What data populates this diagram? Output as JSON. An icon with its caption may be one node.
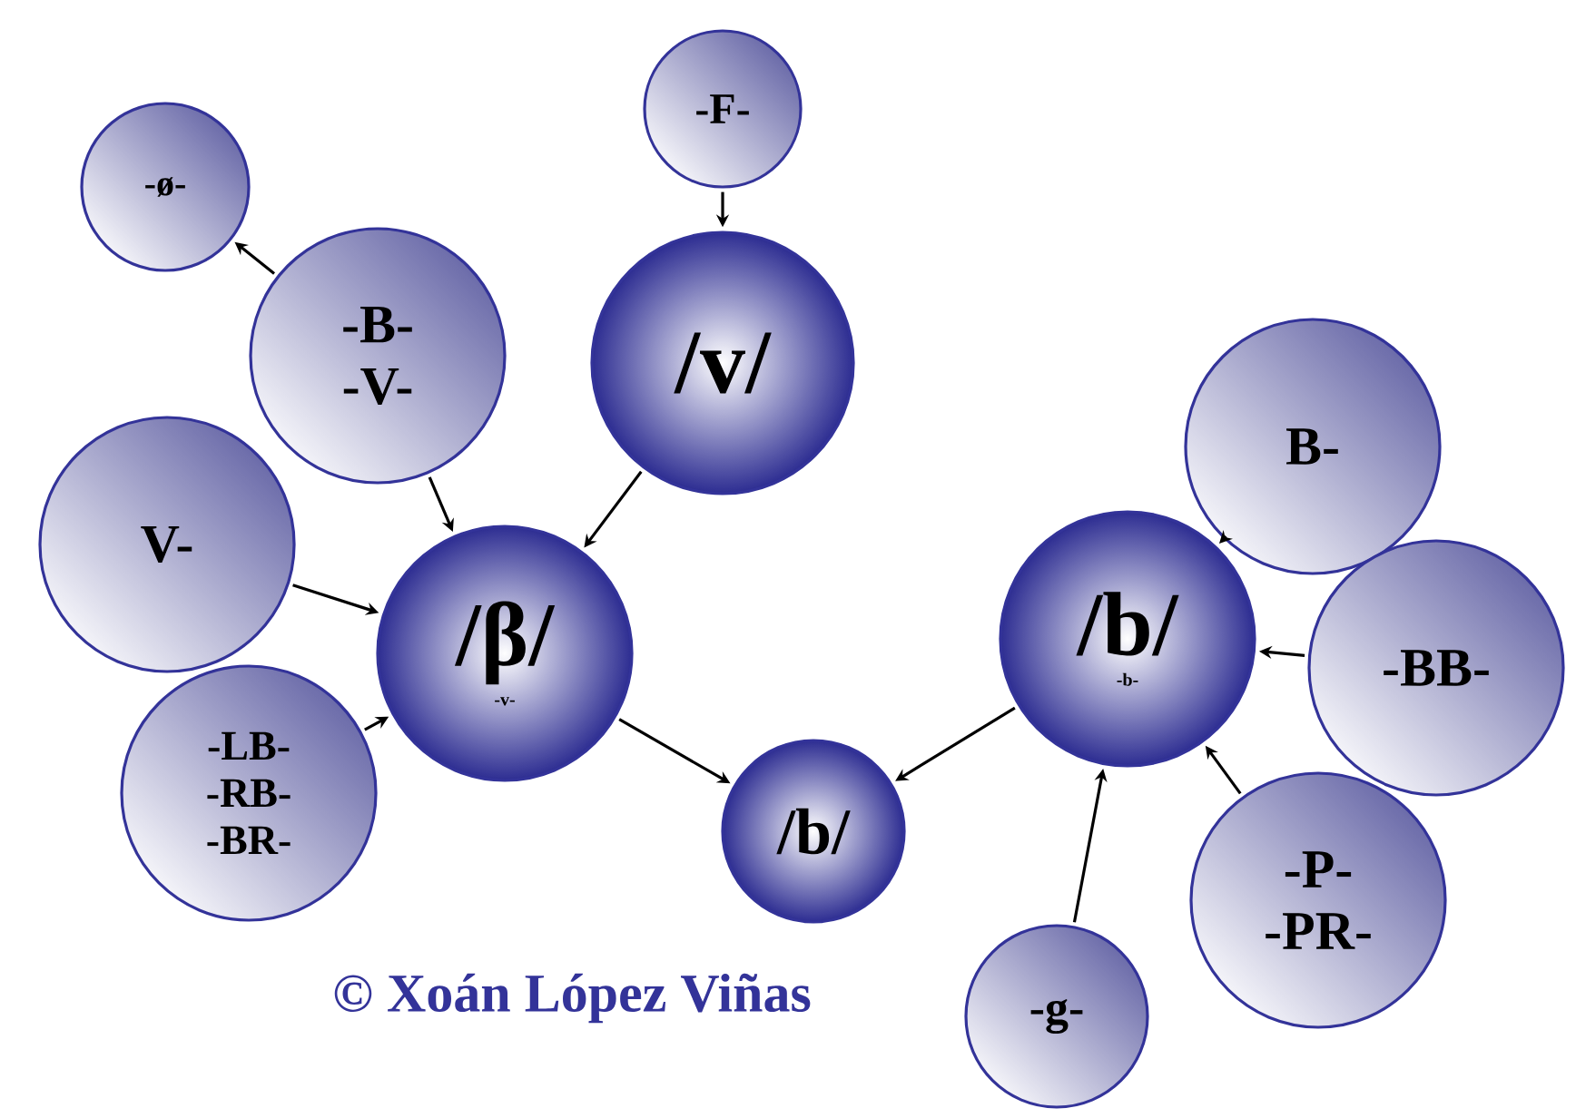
{
  "diagram": {
    "nodes": [
      {
        "text": [
          "-F-"
        ]
      },
      {
        "text": [
          "-ø-"
        ]
      },
      {
        "text": [
          "-B- -V-"
        ]
      },
      {
        "text": [
          "/v/"
        ]
      },
      {
        "text": [
          "V-"
        ]
      },
      {
        "text": [
          "/β/",
          "-v-"
        ]
      },
      {
        "text": [
          "-LB- -RB- -BR-"
        ]
      },
      {
        "text": [
          "/b/"
        ]
      },
      {
        "text": [
          "B-"
        ]
      },
      {
        "text": [
          "/b/",
          "-b-"
        ]
      },
      {
        "text": [
          "-BB-"
        ]
      },
      {
        "text": [
          "-P- -PR-"
        ]
      },
      {
        "text": [
          "-g-"
        ]
      }
    ],
    "edges": [
      {
        "from": 0,
        "to": 3,
        "arrow": "to"
      },
      {
        "from": 2,
        "to": 1,
        "arrow": "to"
      },
      {
        "from": 2,
        "to": 5,
        "arrow": "to"
      },
      {
        "from": 3,
        "to": 5,
        "arrow": "to"
      },
      {
        "from": 4,
        "to": 5,
        "arrow": "to"
      },
      {
        "from": 6,
        "to": 5,
        "arrow": "to"
      },
      {
        "from": 5,
        "to": 7,
        "arrow": "to"
      },
      {
        "from": 9,
        "to": 7,
        "arrow": "to"
      },
      {
        "from": 8,
        "to": 9,
        "arrow": "to"
      },
      {
        "from": 10,
        "to": 9,
        "arrow": "to"
      },
      {
        "from": 11,
        "to": 9,
        "arrow": "to"
      },
      {
        "from": 12,
        "to": 9,
        "arrow": "to"
      }
    ],
    "labels": [
      "© Xoán López Viñas"
    ]
  }
}
